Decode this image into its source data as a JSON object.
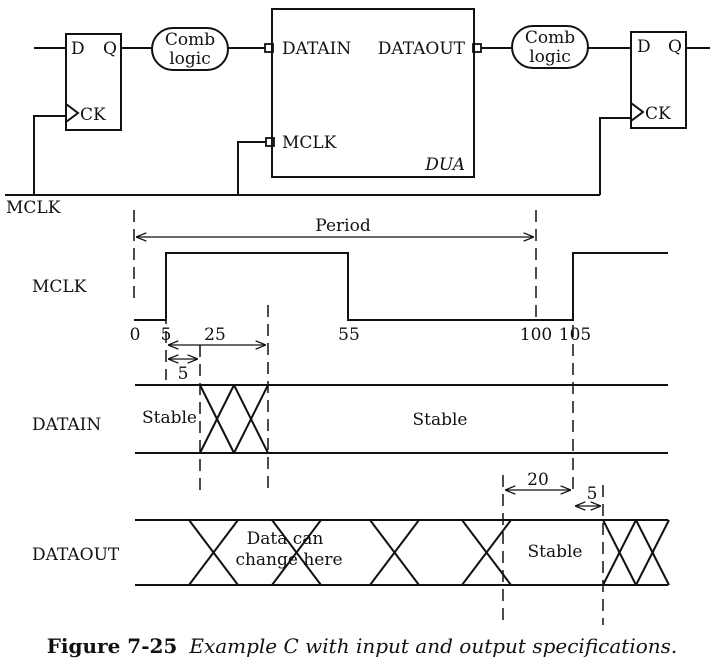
{
  "circuit": {
    "ff_left": {
      "d": "D",
      "q": "Q",
      "ck": "CK"
    },
    "comb_left": {
      "line1": "Comb",
      "line2": "logic"
    },
    "dua": {
      "datain": "DATAIN",
      "dataout": "DATAOUT",
      "mclk": "MCLK",
      "name": "DUA"
    },
    "comb_right": {
      "line1": "Comb",
      "line2": "logic"
    },
    "ff_right": {
      "d": "D",
      "q": "Q",
      "ck": "CK"
    },
    "clock_net_label": "MCLK"
  },
  "timing": {
    "period_label": "Period",
    "signals": {
      "mclk": "MCLK",
      "datain": "DATAIN",
      "dataout": "DATAOUT"
    },
    "time_ticks": [
      "0",
      "5",
      "55",
      "100",
      "105"
    ],
    "annotations": {
      "setup_total": "25",
      "datain_delay": "5",
      "output_window": "20",
      "output_delay": "5"
    },
    "datain_stable_before": "Stable",
    "datain_stable_after": "Stable",
    "dataout_change_line1": "Data can",
    "dataout_change_line2": "change here",
    "dataout_stable": "Stable"
  },
  "caption": {
    "figure_number": "Figure 7-25",
    "text": "Example C with input and output specifications."
  }
}
